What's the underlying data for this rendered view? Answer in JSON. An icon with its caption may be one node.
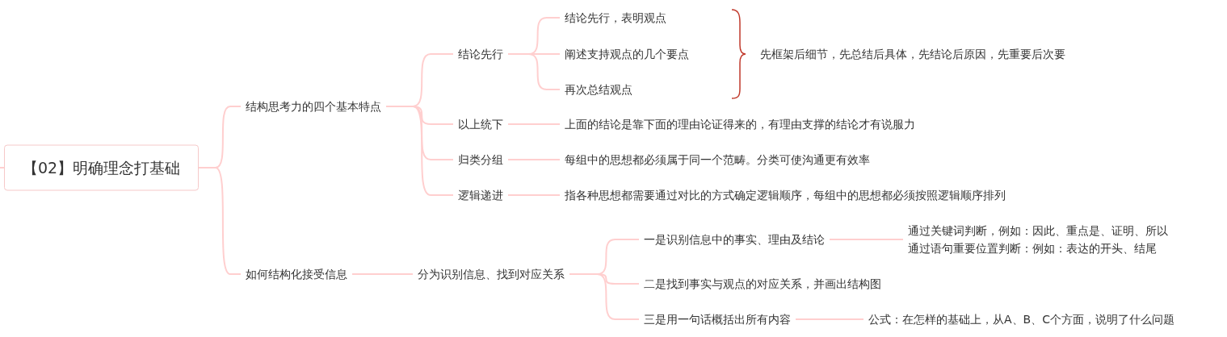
{
  "diagram": {
    "nodes": [
      {
        "text": [
          "【02】明确理念打基础"
        ]
      },
      {
        "text": [
          "结构思考力的四个基本特点"
        ]
      },
      {
        "text": [
          "结论先行"
        ]
      },
      {
        "text": [
          "结论先行，表明观点"
        ]
      },
      {
        "text": [
          "阐述支持观点的几个要点"
        ]
      },
      {
        "text": [
          "再次总结观点"
        ]
      },
      {
        "text": [
          "先框架后细节，先总结后具体，先结论后原因，先重要后次要"
        ]
      },
      {
        "text": [
          "以上统下"
        ]
      },
      {
        "text": [
          "上面的结论是靠下面的理由论证得来的，有理由支撑的结论才有说服力"
        ]
      },
      {
        "text": [
          "归类分组"
        ]
      },
      {
        "text": [
          "每组中的思想都必须属于同一个范畴。分类可使沟通更有效率"
        ]
      },
      {
        "text": [
          "逻辑递进"
        ]
      },
      {
        "text": [
          "指各种思想都需要通过对比的方式确定逻辑顺序，每组中的思想都必须按照逻辑顺序排列"
        ]
      },
      {
        "text": [
          "如何结构化接受信息"
        ]
      },
      {
        "text": [
          "分为识别信息、找到对应关系"
        ]
      },
      {
        "text": [
          "一是识别信息中的事实、理由及结论"
        ]
      },
      {
        "text": [
          "通过关键词判断，例如：因此、重点是、证明、所以",
          "通过语句重要位置判断：例如：表达的开头、结尾"
        ]
      },
      {
        "text": [
          "二是找到事实与观点的对应关系，并画出结构图"
        ]
      },
      {
        "text": [
          "三是用一句话概括出所有内容"
        ]
      },
      {
        "text": [
          "公式：在怎样的基础上，从A、B、C个方面，说明了什么问题"
        ]
      }
    ],
    "edges": [
      {
        "from": null,
        "to": 0,
        "arrow": "none"
      },
      {
        "from": 0,
        "to": 1,
        "arrow": "none"
      },
      {
        "from": 0,
        "to": 13,
        "arrow": "none"
      },
      {
        "from": 1,
        "to": 2,
        "arrow": "none"
      },
      {
        "from": 1,
        "to": 7,
        "arrow": "none"
      },
      {
        "from": 1,
        "to": 9,
        "arrow": "none"
      },
      {
        "from": 1,
        "to": 11,
        "arrow": "none"
      },
      {
        "from": 2,
        "to": 3,
        "arrow": "none"
      },
      {
        "from": 2,
        "to": 4,
        "arrow": "none"
      },
      {
        "from": 2,
        "to": 5,
        "arrow": "none"
      },
      {
        "from": 7,
        "to": 8,
        "arrow": "none"
      },
      {
        "from": 9,
        "to": 10,
        "arrow": "none"
      },
      {
        "from": 11,
        "to": 12,
        "arrow": "none"
      },
      {
        "from": 13,
        "to": 14,
        "arrow": "none"
      },
      {
        "from": 14,
        "to": 15,
        "arrow": "none"
      },
      {
        "from": 14,
        "to": 17,
        "arrow": "none"
      },
      {
        "from": 14,
        "to": 18,
        "arrow": "none"
      },
      {
        "from": 15,
        "to": 16,
        "arrow": "none"
      },
      {
        "from": 18,
        "to": 19,
        "arrow": "none"
      }
    ]
  }
}
